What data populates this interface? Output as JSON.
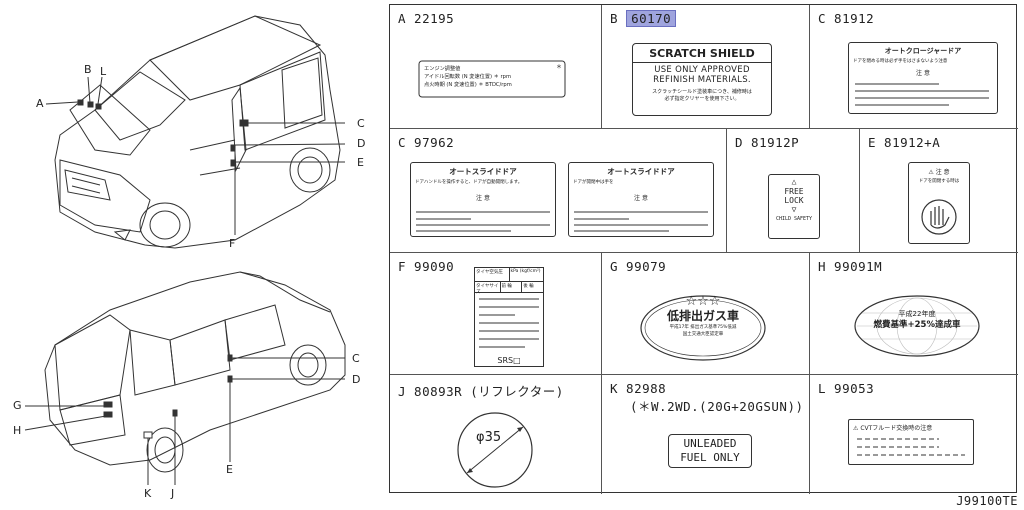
{
  "car_callouts": {
    "top": {
      "a": "A",
      "b": "B",
      "l": "L",
      "c": "C",
      "d": "D",
      "e": "E",
      "f": "F"
    },
    "bottom": {
      "c": "C",
      "d": "D",
      "g": "G",
      "h": "H",
      "e": "E",
      "k": "K",
      "j": "J"
    }
  },
  "cells": {
    "a": {
      "code": "A 22195",
      "line1": "エンジン調整値",
      "line2": "アイドル回転数 (N 変速位置)  ＊ rpm",
      "line3": "点火時期 (N 変速位置)  ＊ BTDC/rpm",
      "star": "＊"
    },
    "b": {
      "code_prefix": "B",
      "code": "60170",
      "title": "SCRATCH SHIELD",
      "line1": "USE ONLY APPROVED",
      "line2": "REFINISH MATERIALS.",
      "line3": "スクラッチシールド塗装車につき、補修時は",
      "line4": "必ず指定クリヤーを使用下さい。"
    },
    "c1": {
      "code": "C 81912",
      "title": "オートクロージャードア",
      "caution": "注 意",
      "text1": "ドアを閉める時は必ず手をはさまないよう注意"
    },
    "c2": {
      "code": "C 97962",
      "title": "オートスライドドア",
      "title2": "オートスライドドア",
      "caution": "注 意",
      "text1": "ドアハンドルを操作すると、ドアが自動開閉します。",
      "text2": "ドアが開閉中は手を"
    },
    "d": {
      "code": "D 81912P",
      "line1": "FREE",
      "line2": "LOCK",
      "line3": "CHILD SAFETY"
    },
    "e": {
      "code": "E 81912+A",
      "caution": "注 意",
      "text1": "ドアを開閉する時は"
    },
    "f": {
      "code": "F 99090",
      "h1": "タイヤ空気圧",
      "h2": "kPa (kgf/cm²)",
      "c1": "タイヤサイズ",
      "c2": "前 輪",
      "c3": "後 輪",
      "foot": "SRS□"
    },
    "g": {
      "code": "G 99079",
      "stars": "☆☆☆",
      "main": "低排出ガス車",
      "sub1": "平成17年 排出ガス基準75%低減",
      "sub2": "国土交通大臣認定車"
    },
    "h": {
      "code": "H 99091M",
      "line1": "平成22年度",
      "line2": "燃費基準+25%達成車"
    },
    "j": {
      "code": "J 80893R (リフレクター)",
      "dim": "φ35"
    },
    "k": {
      "code": "K 82988",
      "sub": "(＊W.2WD.(20G+20GSUN))",
      "line1": "UNLEADED",
      "line2": "FUEL ONLY"
    },
    "l": {
      "code": "L 99053",
      "title": "CVTフルード交換時の注意"
    }
  },
  "ref_code": "J99100TE"
}
